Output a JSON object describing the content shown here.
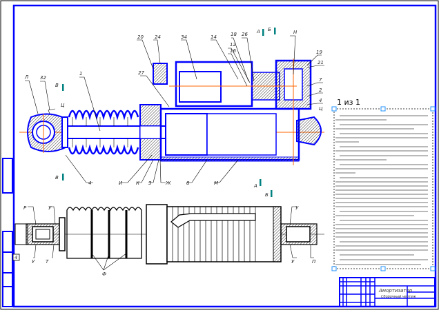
{
  "drawing": {
    "page_indicator": "1 из 1",
    "title_block": {
      "name": "Амортизатор",
      "doc_type": "Сборочный чертеж"
    },
    "upper_view_labels": [
      "20",
      "24",
      "34",
      "14",
      "18",
      "26",
      "12",
      "16",
      "27",
      "Н",
      "19",
      "21",
      "7",
      "2",
      "4",
      "Ц",
      "Л",
      "32",
      "Ц",
      "1",
      "4",
      "И",
      "К",
      "З",
      "Ж",
      "8",
      "М"
    ],
    "section_marks": [
      "А",
      "Б",
      "В",
      "В",
      "А",
      "Б"
    ],
    "lower_view_labels": [
      "Р",
      "У",
      "У",
      "Т",
      "Ф",
      "У",
      "У",
      "П",
      "4"
    ],
    "colors": {
      "outline": "#0000ff",
      "centerline": "#ff6600",
      "marker": "#008080",
      "hatch": "#000000"
    }
  }
}
